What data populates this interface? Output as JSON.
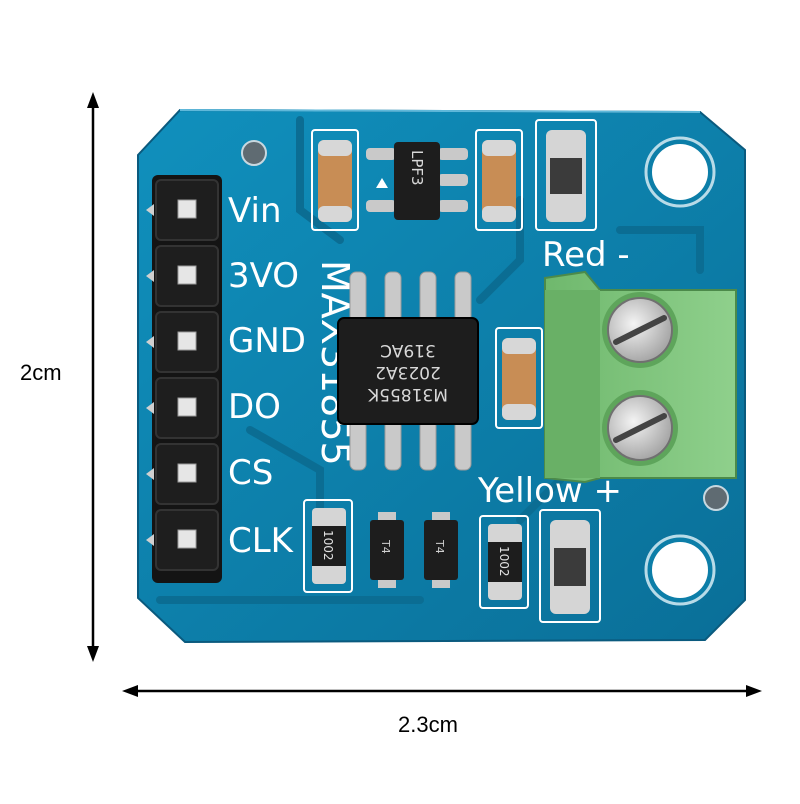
{
  "dimensions": {
    "height_label": "2cm",
    "width_label": "2.3cm"
  },
  "board": {
    "chip_name": "MAX31855",
    "chip_marking_line1": "M31855K",
    "chip_marking_line2": "2023A2",
    "chip_marking_line3": "319AC",
    "regulator_marking": "LPF3",
    "pins": [
      {
        "label": "Vin"
      },
      {
        "label": "3VO"
      },
      {
        "label": "GND"
      },
      {
        "label": "DO"
      },
      {
        "label": "CS"
      },
      {
        "label": "CLK"
      }
    ],
    "terminal_labels": {
      "red": "Red -",
      "yellow": "Yellow +"
    },
    "resistor_value": "1002",
    "transistor_marking": "T4"
  },
  "colors": {
    "pcb": "#0c7ea8",
    "pcb_dark": "#0a5f85",
    "silkscreen": "#ffffff",
    "terminal_block": "#7cc37a",
    "header": "#141414"
  }
}
